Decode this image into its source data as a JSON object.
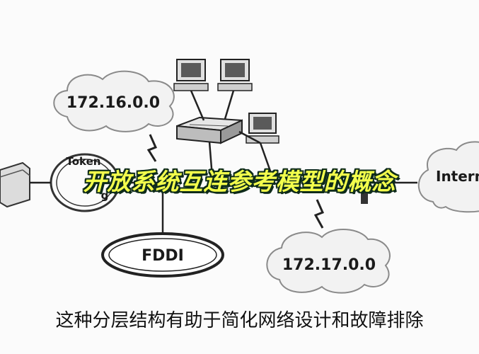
{
  "labels": {
    "net1": "172.16.0.0",
    "net2": "172.17.0.0",
    "fddi": "FDDI",
    "token": "Token",
    "internet": "Internet",
    "token_partial": "g"
  },
  "caption": {
    "title": "开放系统互连参考模型的概念",
    "subtitle": "这种分层结构有助于简化网络设计和故障排除"
  }
}
